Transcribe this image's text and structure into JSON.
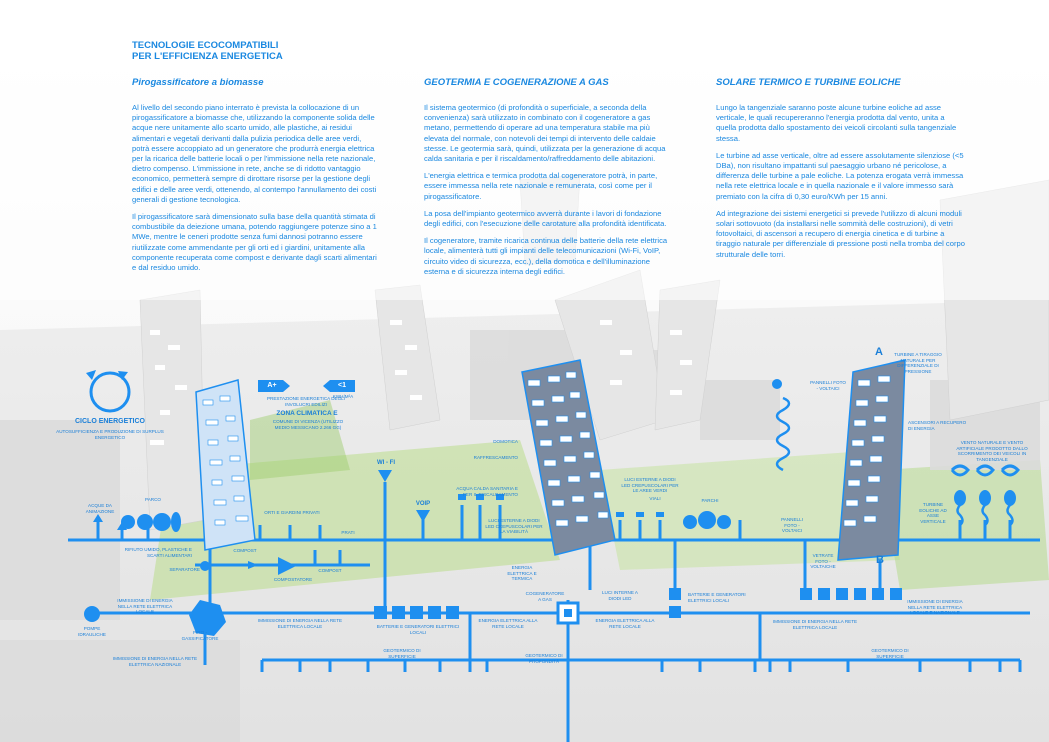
{
  "header": {
    "title_line1": "TECNOLOGIE ECOCOMPATIBILI",
    "title_line2": "PER L'EFFICIENZA ENERGETICA"
  },
  "columns": [
    {
      "subtitle": "Pirogassificatore a biomasse",
      "paragraphs": [
        "Al livello del secondo piano interrato è prevista la collocazione di un pirogassificatore a biomasse che, utilizzando la componente solida delle acque nere unitamente allo scarto umido, alle plastiche, ai residui alimentari e vegetali derivanti dalla pulizia periodica delle aree verdi, potrà essere accoppiato ad un generatore che produrrà energia elettrica per la ricarica delle batterie locali o per l'immissione nella rete nazionale, dietro compenso. L'immissione in rete, anche se di ridotto vantaggio economico, permetterà sempre di dirottare risorse per la gestione degli edifici e delle aree verdi, ottenendo, al contempo l'annullamento dei costi generali di gestione tecnologica.",
        "Il pirogassificatore sarà dimensionato sulla base della quantità stimata di combustibile da deiezione umana, potendo raggiungere potenze sino a 1 MWe, mentre le ceneri prodotte senza fumi dannosi potranno essere riutilizzate come ammendante per gli orti ed i giardini, unitamente alla componente recuperata come compost e derivante dagli scarti alimentari e dal residuo umido."
      ]
    },
    {
      "subtitle": "GEOTERMIA E COGENERAZIONE A GAS",
      "paragraphs": [
        "Il sistema geotermico (di profondità o superficiale, a seconda della convenienza) sarà utilizzato in combinato con il cogeneratore a gas metano, permettendo di operare ad una temperatura stabile ma più elevata del normale, con notevoli dei tempi di intervento delle caldaie stesse. Le geotermia sarà, quindi, utilizzata per la generazione di acqua calda sanitaria e per il riscaldamento/raffreddamento delle abitazioni.",
        "L'energia elettrica e termica prodotta dal cogeneratore potrà, in parte, essere immessa nella rete nazionale e remunerata, così come per il pirogassificatore.",
        "La posa dell'impianto geotermico avverrà durante i lavori di fondazione degli edifici, con l'esecuzione delle carotature alla profondità identificata.",
        "Il cogeneratore, tramite ricarica continua delle batterie della rete elettrica locale, alimenterà tutti gli impianti delle telecomunicazioni (Wi-Fi, VoIP, circuito video di sicurezza, ecc.), della domotica e dell'illuminazione esterna e di sicurezza interna degli edifici."
      ]
    },
    {
      "subtitle": "SOLARE TERMICO E TURBINE EOLICHE",
      "paragraphs": [
        "Lungo la tangenziale saranno poste alcune turbine eoliche ad asse verticale, le quali recupereranno l'energia prodotta dal vento, unita a quella prodotta dallo spostamento dei veicoli circolanti sulla tangenziale stessa.",
        "Le turbine ad asse verticale, oltre ad essere assolutamente silenziose (<5 DBa), non risultano impattanti sul paesaggio urbano né pericolose, a differenza delle turbine a pale eoliche. La potenza erogata verrà immessa nella rete elettrica locale e in quella nazionale e il valore immesso sarà premiato con la cifra di 0,30 euro/KWh per 15 anni.",
        "Ad integrazione dei sistemi energetici si prevede l'utilizzo di alcuni moduli solari sottovuoto (da installarsi nelle sommità delle costruzioni), di vetri fotovoltaici, di ascensori a recupero di energia cinetica e di turbine a tiraggio naturale per differenziale di pressione posti nella tromba del corpo strutturale delle torri."
      ]
    }
  ],
  "diagram": {
    "ciclo_title": "CICLO ENERGETICO",
    "ciclo_sub": "AUTOSUFFICIENZA E PRODUZIONE DI SURPLUS ENERGETICO",
    "rating_a": "A+",
    "rating_b": "<1",
    "rating_unit": "KWh/m²a",
    "prest": "PRESTAZIONE ENERGETICA DEGLI INVOLUCRI EDILIZI",
    "zona": "ZONA CLIMATICA E",
    "comune": "COMUNE DI VICENZA (UTILIZZO MEDIO MESSICANO 2.266 gg)",
    "acque_animazione": "ACQUE DA ANIMAZIONE",
    "parco": "PARCO",
    "orti": "ORTI E GIARDINI PRIVATI",
    "prati": "PRATI",
    "rifiuto": "RIFIUTO UMIDO, PLASTICHE E SCARTI ALIMENTARI",
    "compost1": "COMPOST",
    "compost2": "COMPOST",
    "separatore": "SEPARATORE",
    "compostatore": "COMPOSTATORE",
    "immissione1": "IMMISSIONE DI ENERGIA NELLA RETE ELETTRICA LOCALE",
    "pompe": "POMPE IDRAULICHE",
    "piro": "PIRO - GASSIFICATORE",
    "immissione_naz": "IMMISSIONE DI ENERGIA NELLA RETE ELETTRICA NAZIONALE",
    "immissione2": "IMMISSIONE DI ENERGIA NELLA RETE ELETTRICA LOCALE",
    "batterie1": "BATTERIE E GENERATORI ELETTRICI LOCALI",
    "geo_sup1": "GEOTERMICO DI SUPERFICIE",
    "wifi": "Wi - Fi",
    "voip": "VoIP",
    "domotica": "DOMOTICA",
    "raffrescamento": "RAFFRESCAMENTO",
    "acqua_calda": "ACQUA CALDA SANITARIA E PER IL RISCALDAMENTO",
    "luci_esterne1": "LUCI ESTERNE A DIODI LED CREPUSCOLARI PER LA VIABILITÀ",
    "energia_termica": "ENERGIA ELETTRICA E TERMICA",
    "cogeneratore": "COGENERATORE A GAS",
    "energia_locale": "ENERGIA ELETTRICA ALLA RETE LOCALE",
    "geo_prof": "GEOTERMICO DI PROFONDITÀ",
    "luci_esterne2": "LUCI ESTERNE A DIODI LED CREPUSCOLARI PER LE AREE VERDI",
    "viali": "VIALI",
    "parchi": "PARCHI",
    "luci_interne": "LUCI INTERNE A DIODI LED",
    "batterie2": "BATTERIE E GENERATORI ELETTRICI LOCALI",
    "pannelli1": "PANNELLI FOTO - VOLTAICI",
    "pannelli2": "PANNELLI FOTO - VOLTAICI",
    "vetrate": "VETRATE FOTO - VOLTAICHE",
    "turbine_tiraggio": "TURBINE A TIRAGGIO NATURALE PER DIFFERENZIALE DI PRESSIONE",
    "ascensori": "ASCENSORI A RECUPERO DI ENERGIA",
    "vento": "VENTO NATURALE E VENTO ARTIFICIALE PRODOTTO DALLO SCORRIMENTO DEI VEICOLI IN TANGENZIALE",
    "turbine_eoliche": "TURBINE EOLICHE AD ASSE VERTICALE",
    "immissione3": "IMMISSIONE DI ENERGIA NELLA RETE ELETTRICA LOCALE E NAZIONALE",
    "immissione4": "IMMISSIONE DI ENERGIA NELLA RETE ELETTRICA LOCALE",
    "geo_sup2": "GEOTERMICO DI SUPERFICIE",
    "marker_a": "A",
    "marker_b": "B"
  },
  "colors": {
    "accent": "#1a88e0",
    "line": "#1e8ff0",
    "green": "#a8d66a"
  }
}
